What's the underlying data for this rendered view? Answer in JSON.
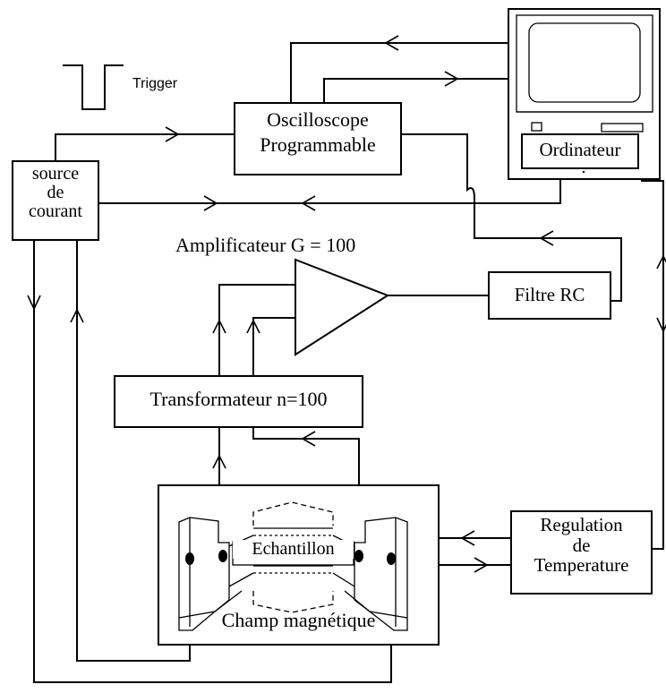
{
  "labels": {
    "trigger": "Trigger",
    "oscilloscope_line1": "Oscilloscope",
    "oscilloscope_line2": "Programmable",
    "source_line1": "source",
    "source_line2": "de",
    "source_line3": "courant",
    "computer": "Ordinateur",
    "amplifier": "Amplificateur G = 100",
    "filter": "Filtre RC",
    "transformer": "Transformateur n=100",
    "sample": "Echantillon",
    "field": "Champ magnétique",
    "regulation_line1": "Regulation",
    "regulation_line2": "de",
    "regulation_line3": "Temperature"
  },
  "icons": {
    "trigger_pulse": "trigger-pulse-icon",
    "computer": "computer-icon",
    "amplifier": "amplifier-triangle-icon",
    "magnet": "electromagnet-icon",
    "contacts": "sample-contact-dot-icon",
    "arrows": "flow-arrow-icon"
  },
  "colors": {
    "line": "#000000",
    "background": "#ffffff"
  }
}
